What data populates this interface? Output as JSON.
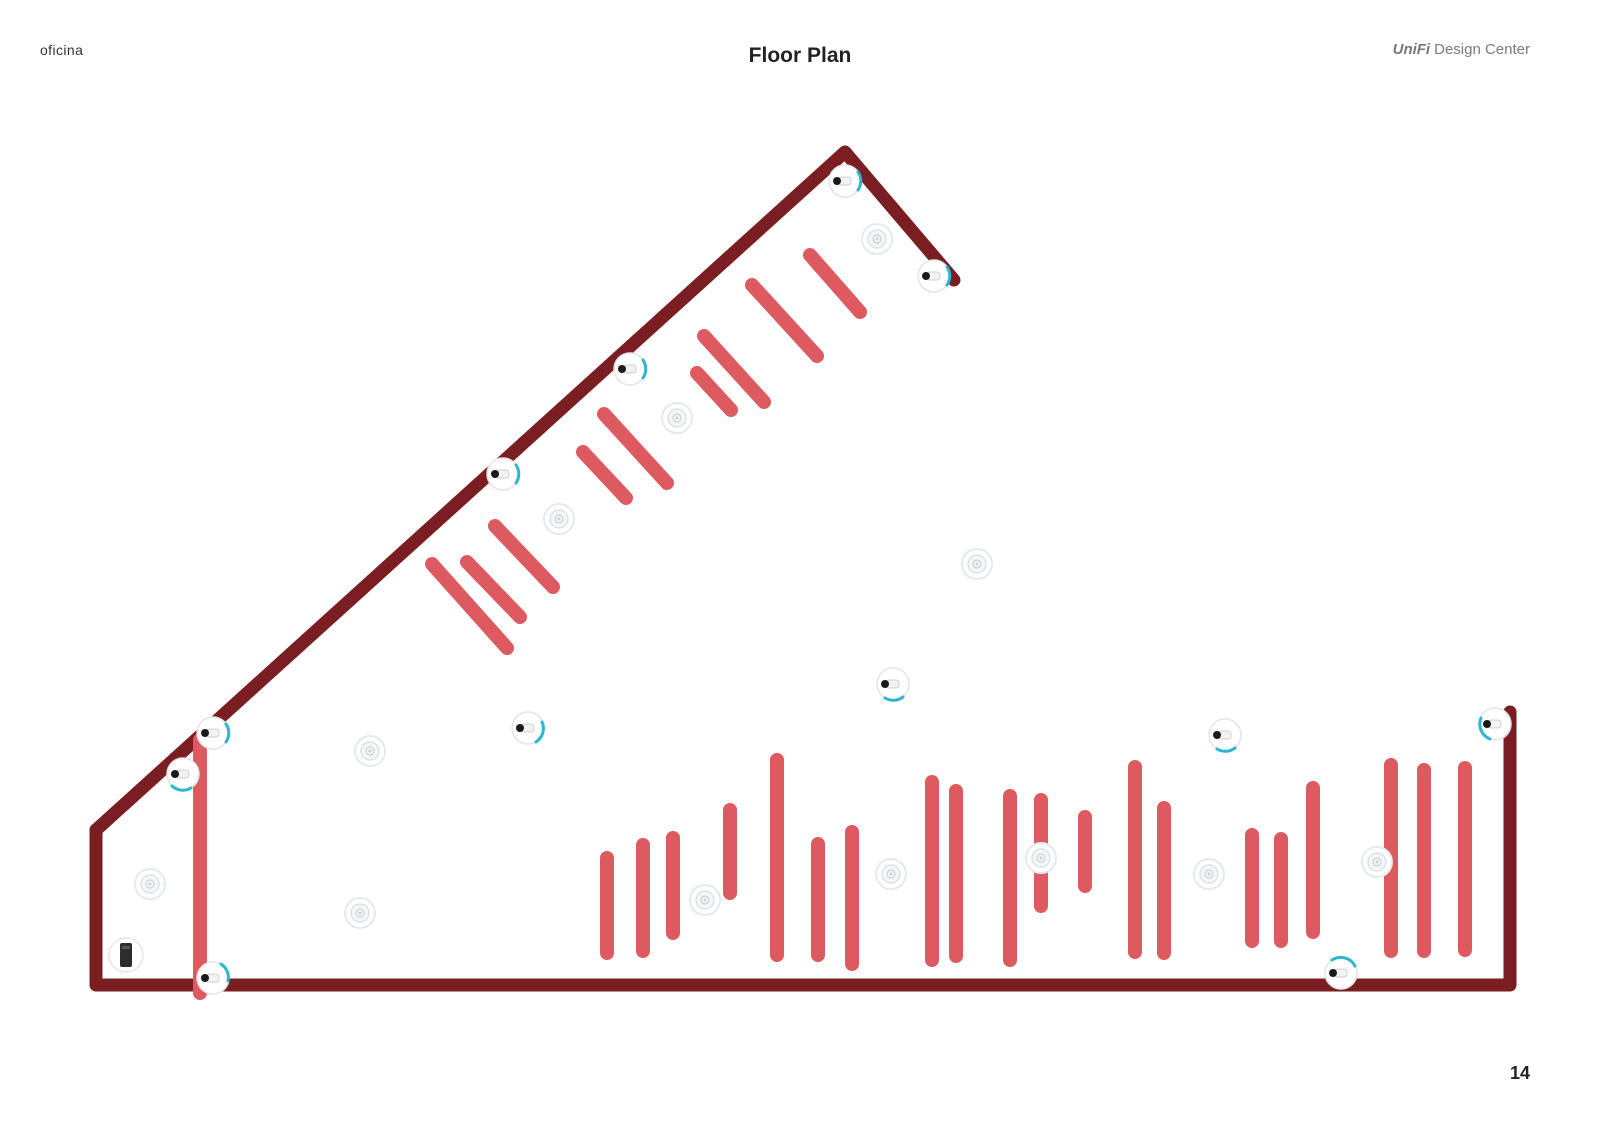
{
  "header": {
    "project_name": "oficina",
    "title": "Floor Plan",
    "brand_logo": "UniFi",
    "brand_text": "Design Center"
  },
  "footer": {
    "page_number": "14"
  },
  "colors": {
    "outer_wall": "#7a1e22",
    "inner_wall": "#dc5a60",
    "camera_fov": "#2bb7d2",
    "access_point": "#c9d2d8"
  },
  "icons": {
    "camera": "camera-icon",
    "access_point": "access-point-icon",
    "router": "router-icon"
  }
}
